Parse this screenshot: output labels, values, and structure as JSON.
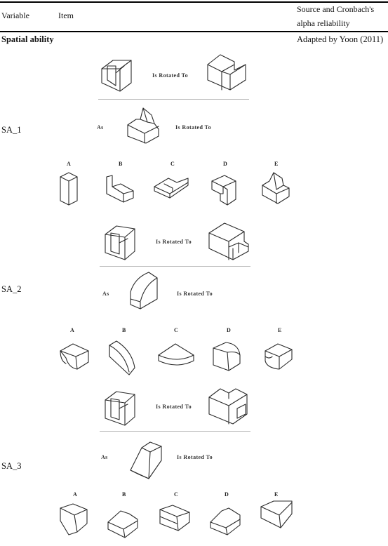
{
  "header": {
    "variable": "Variable",
    "item": "Item",
    "source_line1": "Source and Cronbach's",
    "source_line2": "alpha reliability"
  },
  "section": {
    "title": "Spatial ability",
    "source": "Adapted by Yoon (2011)"
  },
  "phrases": {
    "is_rotated_to": "Is Rotated To",
    "as": "As"
  },
  "options": [
    "A",
    "B",
    "C",
    "D",
    "E"
  ],
  "items": [
    {
      "id": "SA_1"
    },
    {
      "id": "SA_2"
    },
    {
      "id": "SA_3"
    }
  ]
}
